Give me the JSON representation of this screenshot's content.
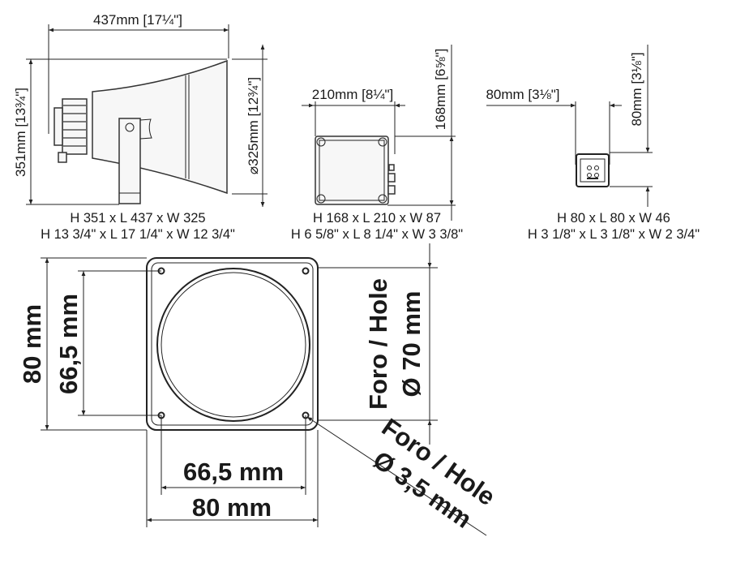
{
  "speaker": {
    "length_label": "437mm [17¼\"]",
    "height_label": "351mm [13¾\"]",
    "diameter_label": "⌀325mm [12¾\"]",
    "caption_metric": "H 351 x L 437 x W 325",
    "caption_imperial": "H 13 3/4\" x L 17 1/4\" x W 12 3/4\""
  },
  "junction_box": {
    "length_label": "210mm [8¼\"]",
    "height_label": "168mm [6⅝\"]",
    "caption_metric": "H 168 x L 210 x W 87",
    "caption_imperial": "H 6 5/8\" x L 8 1/4\" x W 3 3/8\""
  },
  "control_unit": {
    "length_label": "80mm [3⅛\"]",
    "height_label": "80mm [3⅛\"]",
    "caption_metric": "H 80 x L 80 x W 46",
    "caption_imperial": "H 3 1/8\" x L 3 1/8\" x W 2 3/4\""
  },
  "mounting_plate": {
    "outer_height": "80 mm",
    "inner_height": "66,5 mm",
    "hole_label": "Foro / Hole",
    "hole_diameter": "Ø 70 mm",
    "inner_width": "66,5 mm",
    "outer_width": "80 mm",
    "screw_hole_label": "Foro / Hole",
    "screw_hole_diameter": "Ø 3,5 mm"
  }
}
